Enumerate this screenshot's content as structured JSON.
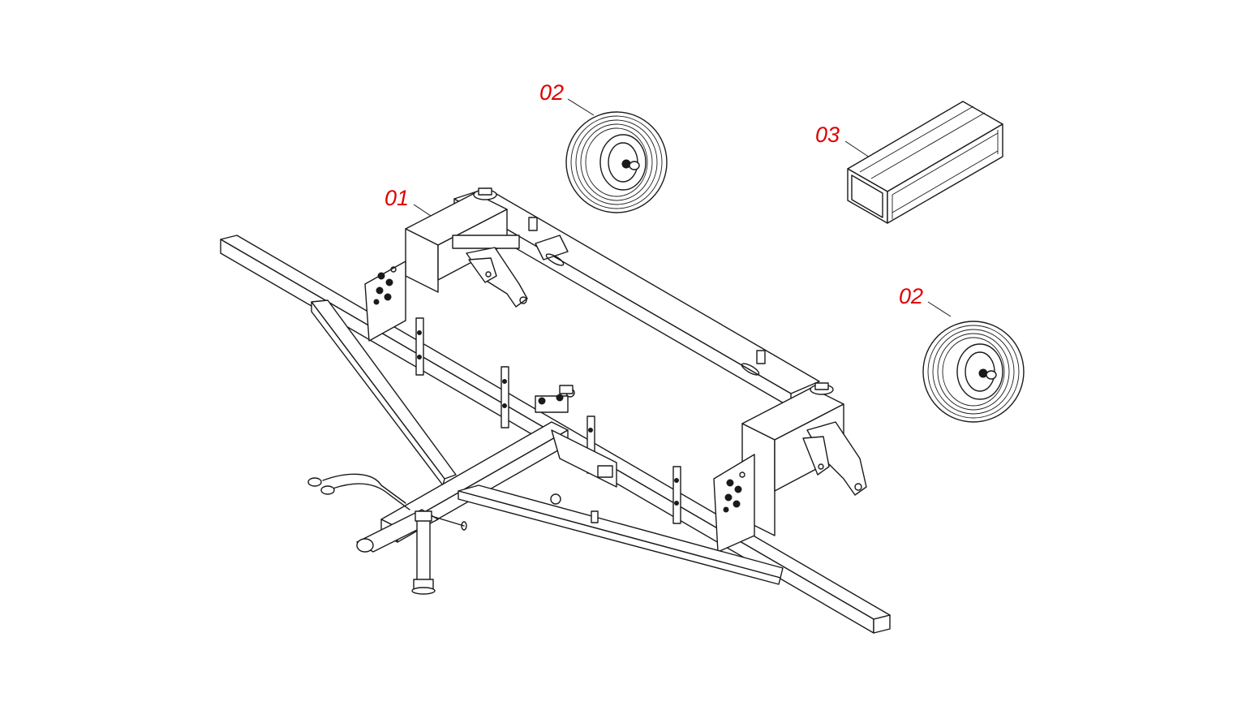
{
  "diagram": {
    "accent_color": "#e00000",
    "line_color": "#1a1a1a",
    "callouts": [
      {
        "id": "01",
        "label": "01",
        "part": "frame"
      },
      {
        "id": "02a",
        "label": "02",
        "part": "wheel"
      },
      {
        "id": "03",
        "label": "03",
        "part": "crate"
      },
      {
        "id": "02b",
        "label": "02",
        "part": "wheel"
      }
    ]
  }
}
